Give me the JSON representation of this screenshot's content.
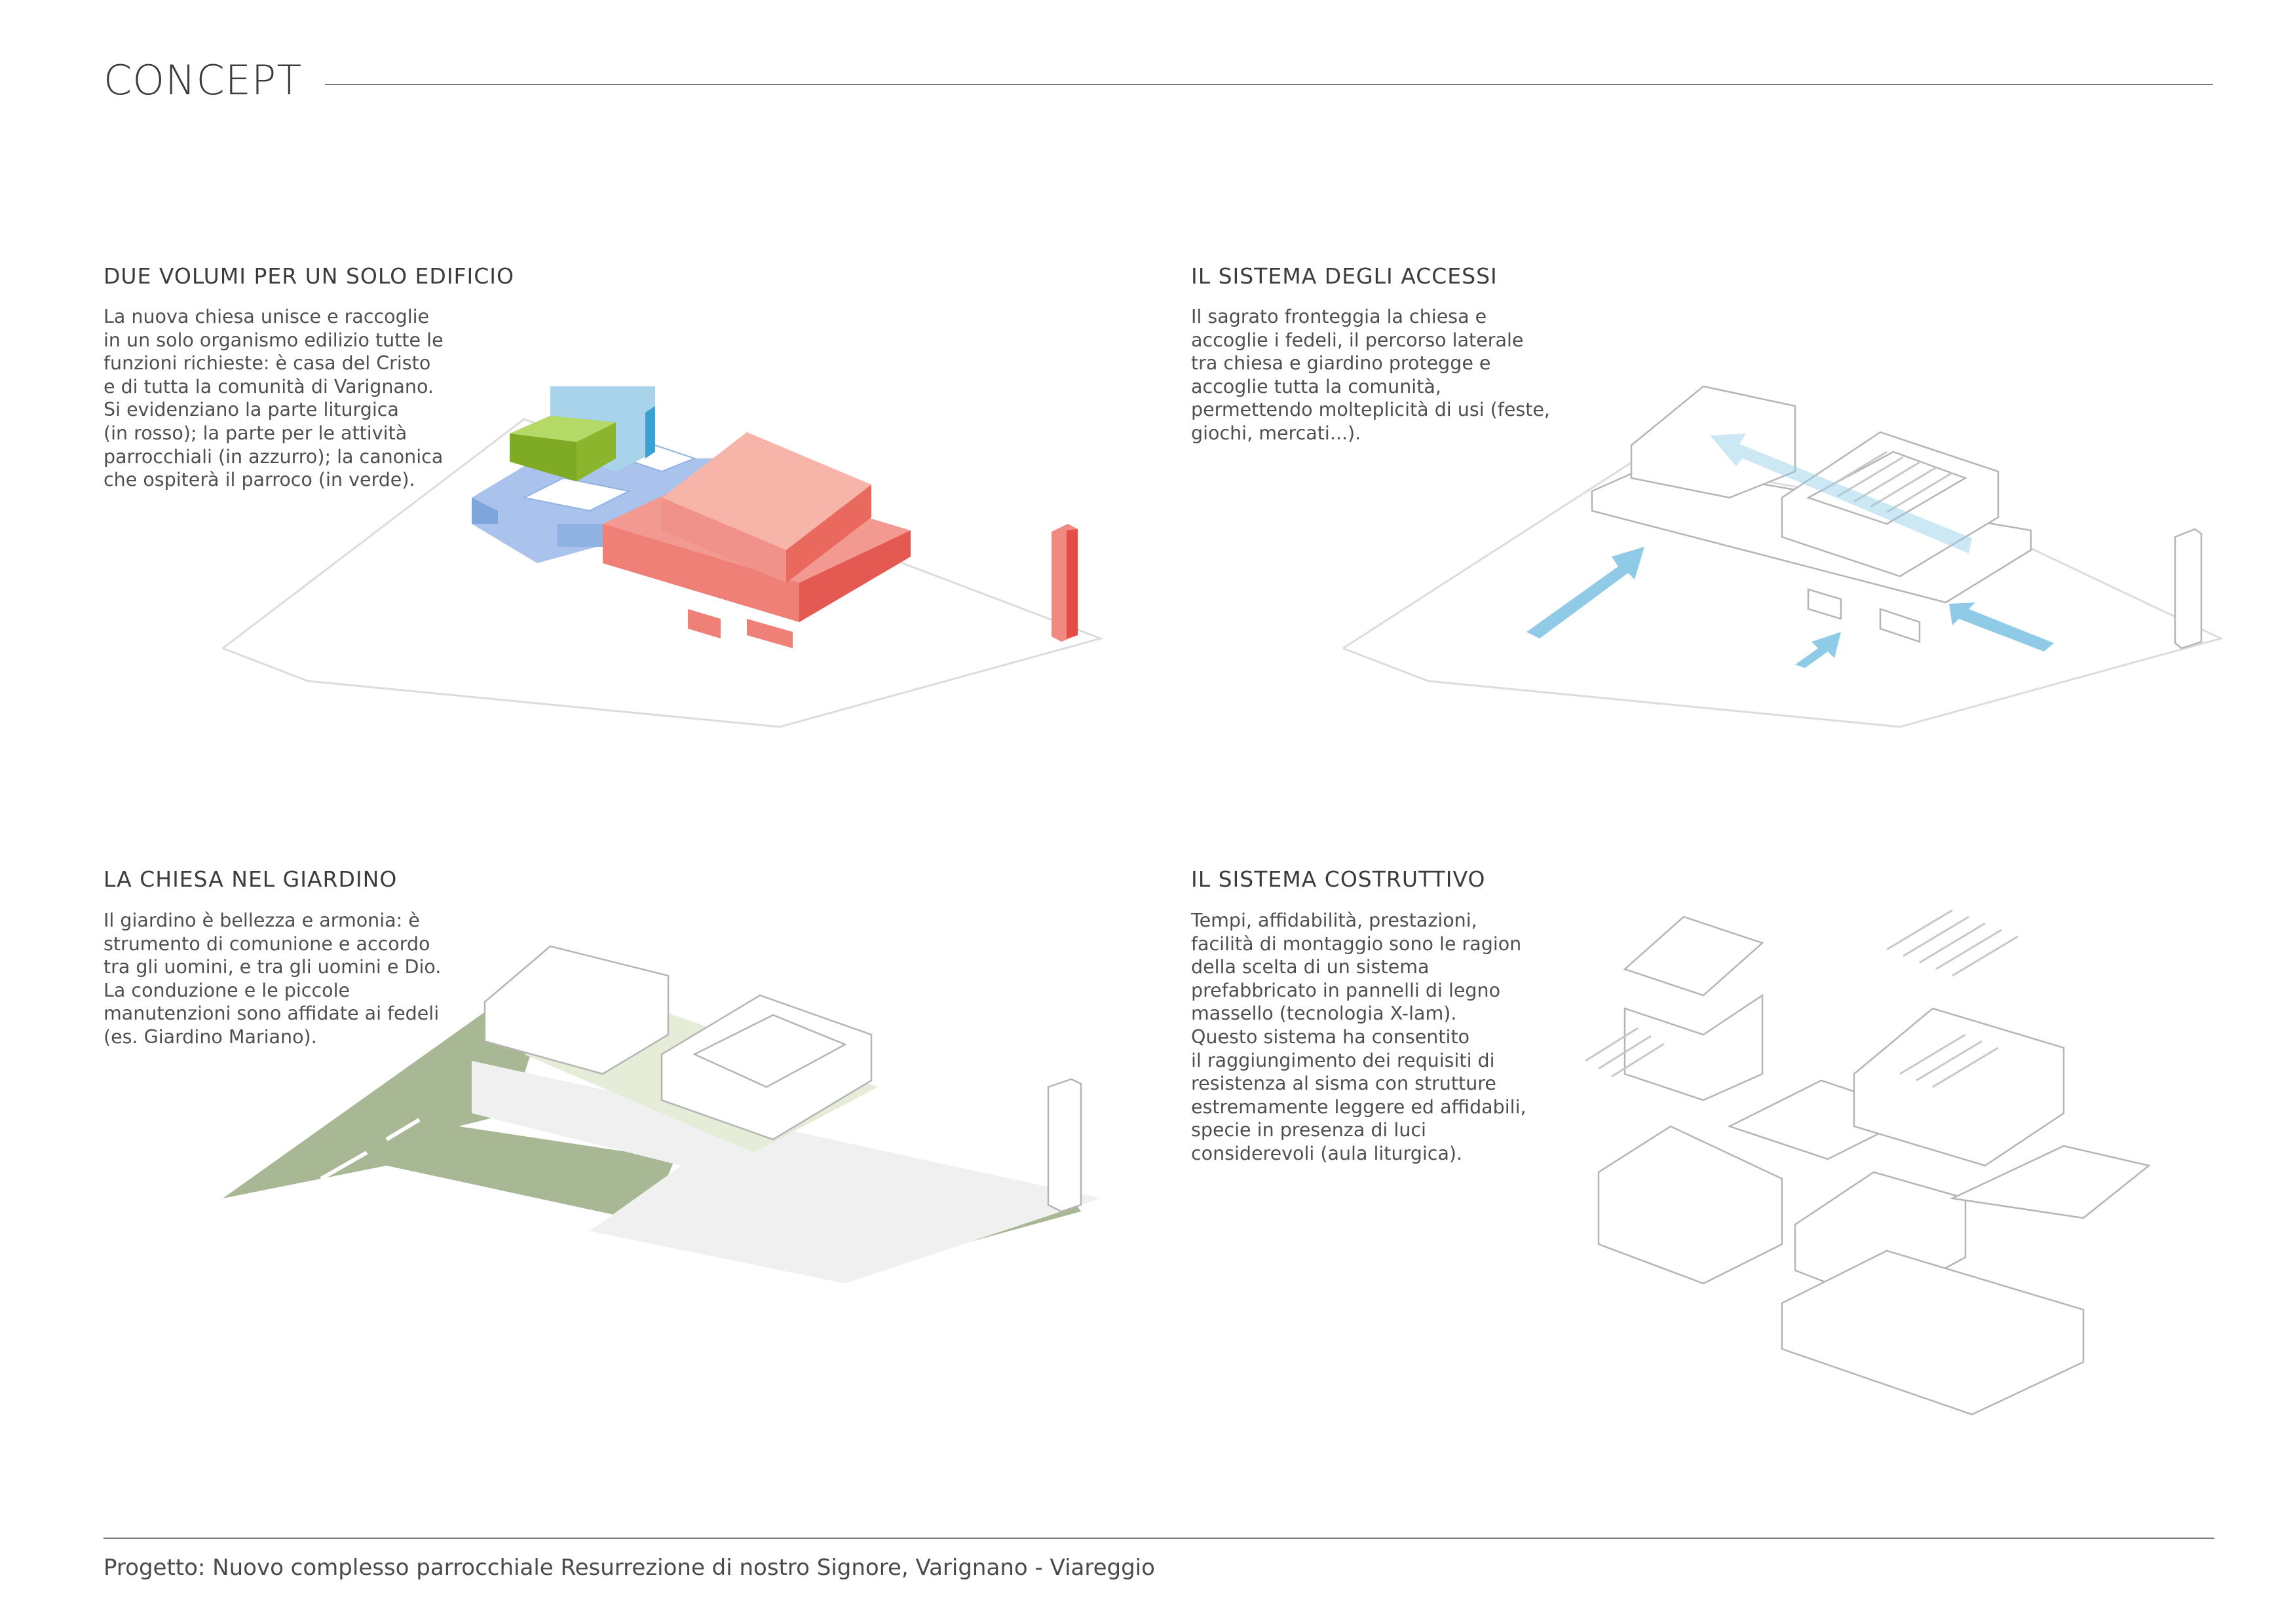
{
  "page_title": "CONCEPT",
  "sections": [
    {
      "heading": "DUE VOLUMI PER UN SOLO EDIFICIO",
      "lines": [
        "La nuova chiesa unisce e raccoglie",
        "in un solo organismo edilizio tutte le",
        "funzioni richieste: è casa del Cristo",
        "e di tutta la comunità di Varignano.",
        "Si evidenziano la parte liturgica",
        "(in rosso); la parte per le attività",
        "parrocchiali (in azzurro); la canonica",
        "che ospiterà il parroco (in verde)."
      ]
    },
    {
      "heading": "IL SISTEMA DEGLI ACCESSI",
      "lines": [
        "Il sagrato fronteggia la chiesa e",
        "accoglie i fedeli, il percorso laterale",
        "tra chiesa e giardino protegge e",
        "accoglie tutta la comunità,",
        "permettendo molteplicità di usi (feste,",
        "giochi, mercati...)."
      ]
    },
    {
      "heading": "LA CHIESA NEL GIARDINO",
      "lines": [
        "Il giardino è bellezza e armonia: è",
        "strumento di comunione e accordo",
        "tra gli uomini, e tra gli uomini e Dio.",
        "La conduzione e le piccole",
        "manutenzioni sono affidate ai fedeli",
        "(es. Giardino Mariano)."
      ]
    },
    {
      "heading": "IL SISTEMA COSTRUTTIVO",
      "lines": [
        "Tempi, affidabilità, prestazioni,",
        "facilità di montaggio sono le ragion",
        "della scelta di un sistema",
        "prefabbricato in pannelli di legno",
        "massello (tecnologia X-lam).",
        "Questo sistema ha consentito",
        "il raggiungimento dei requisiti di",
        "resistenza al sisma con strutture",
        "estremamente leggere ed affidabili,",
        "specie in presenza di luci",
        "considerevoli (aula liturgica)."
      ]
    }
  ],
  "footer": "Progetto: Nuovo complesso parrocchiale Resurrezione di nostro Signore, Varignano - Viareggio",
  "colors": {
    "liturgical_red": "#f0847c",
    "parish_blue": "#a9c3ec",
    "canonica_green": "#9cc73d",
    "access_arrow_blue": "#8fcbe6",
    "garden_green": "#a8b794"
  }
}
